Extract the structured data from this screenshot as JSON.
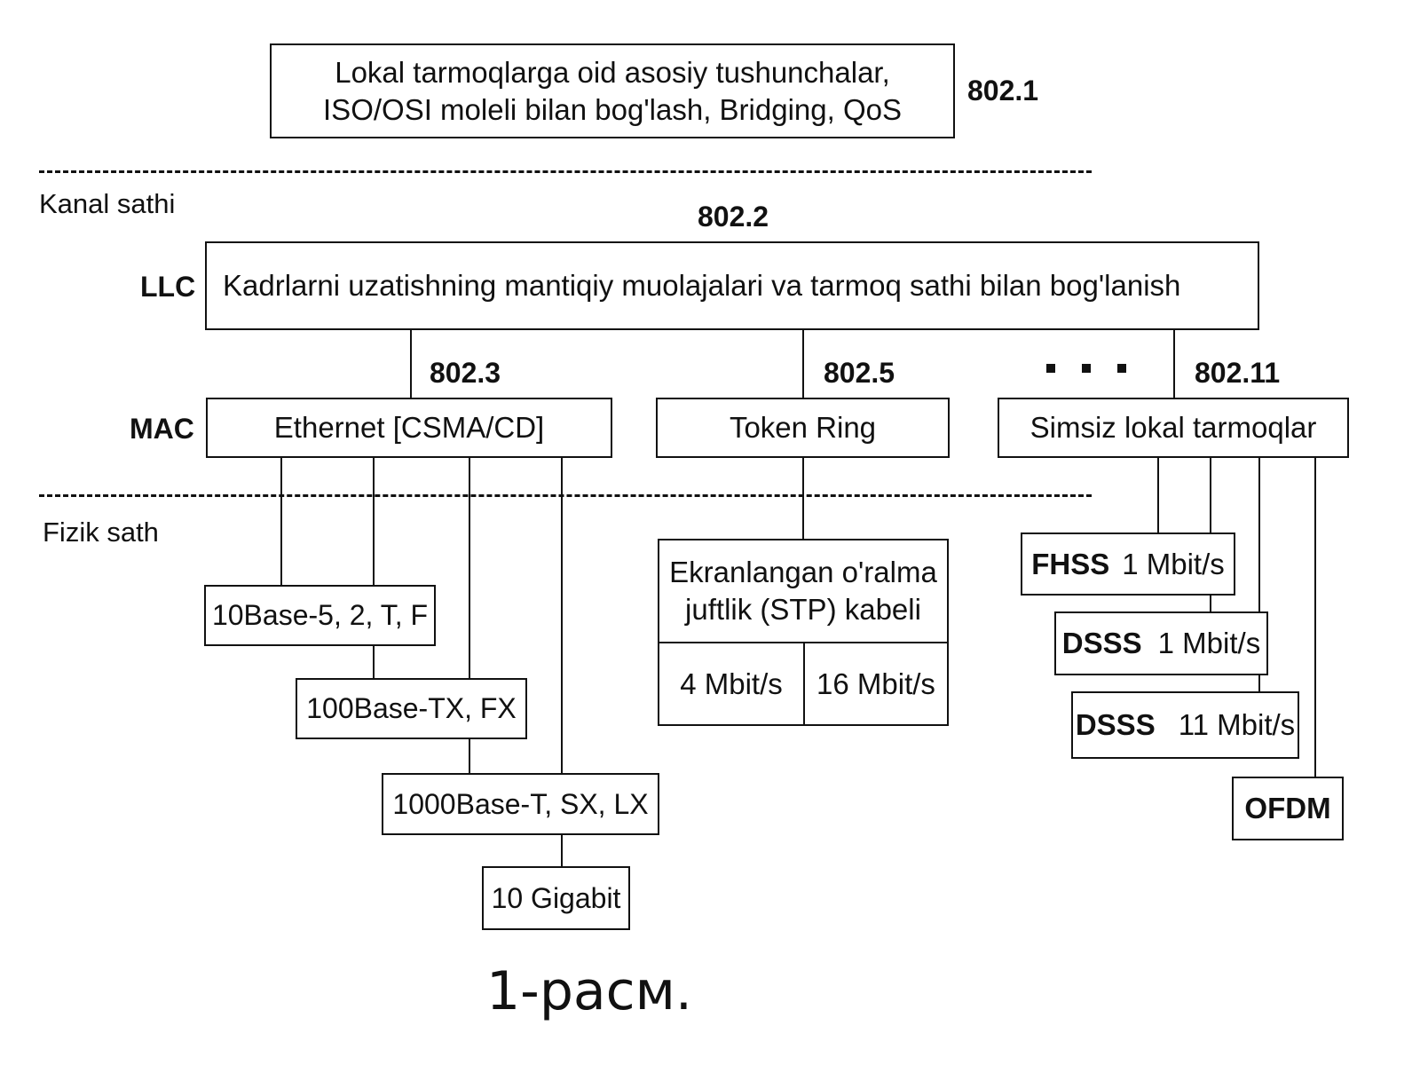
{
  "top": {
    "line1": "Lokal tarmoqlarga oid asosiy tushunchalar,",
    "line2": "ISO/OSI moleli bilan bog'lash, Bridging, QoS",
    "standard": "802.1"
  },
  "layers": {
    "kanal": "Kanal sathi",
    "fizik": "Fizik sath"
  },
  "llc": {
    "row_label": "LLC",
    "standard": "802.2",
    "text": "Kadrlarni uzatishning mantiqiy muolajalari va  tarmoq sathi bilan bog'lanish"
  },
  "mac": {
    "row_label": "MAC",
    "ethernet": {
      "standard": "802.3",
      "label": "Ethernet [CSMA/CD]"
    },
    "token": {
      "standard": "802.5",
      "label": "Token Ring"
    },
    "wireless": {
      "standard": "802.11",
      "label": "Simsiz lokal tarmoqlar"
    }
  },
  "physical": {
    "ethernet": [
      "10Base-5, 2, T, F",
      "100Base-TX, FX",
      "1000Base-T, SX, LX",
      "10 Gigabit"
    ],
    "stp": {
      "line1": "Ekranlangan o'ralma",
      "line2": "juftlik (STP) kabeli",
      "speed1": "4 Mbit/s",
      "speed2": "16 Mbit/s"
    },
    "wireless": [
      {
        "name": "FHSS",
        "speed": "1 Mbit/s"
      },
      {
        "name": "DSSS",
        "speed": "1 Mbit/s"
      },
      {
        "name": "DSSS",
        "speed": "11 Mbit/s"
      },
      {
        "name": "OFDM",
        "speed": ""
      }
    ]
  },
  "caption": "1-расм."
}
